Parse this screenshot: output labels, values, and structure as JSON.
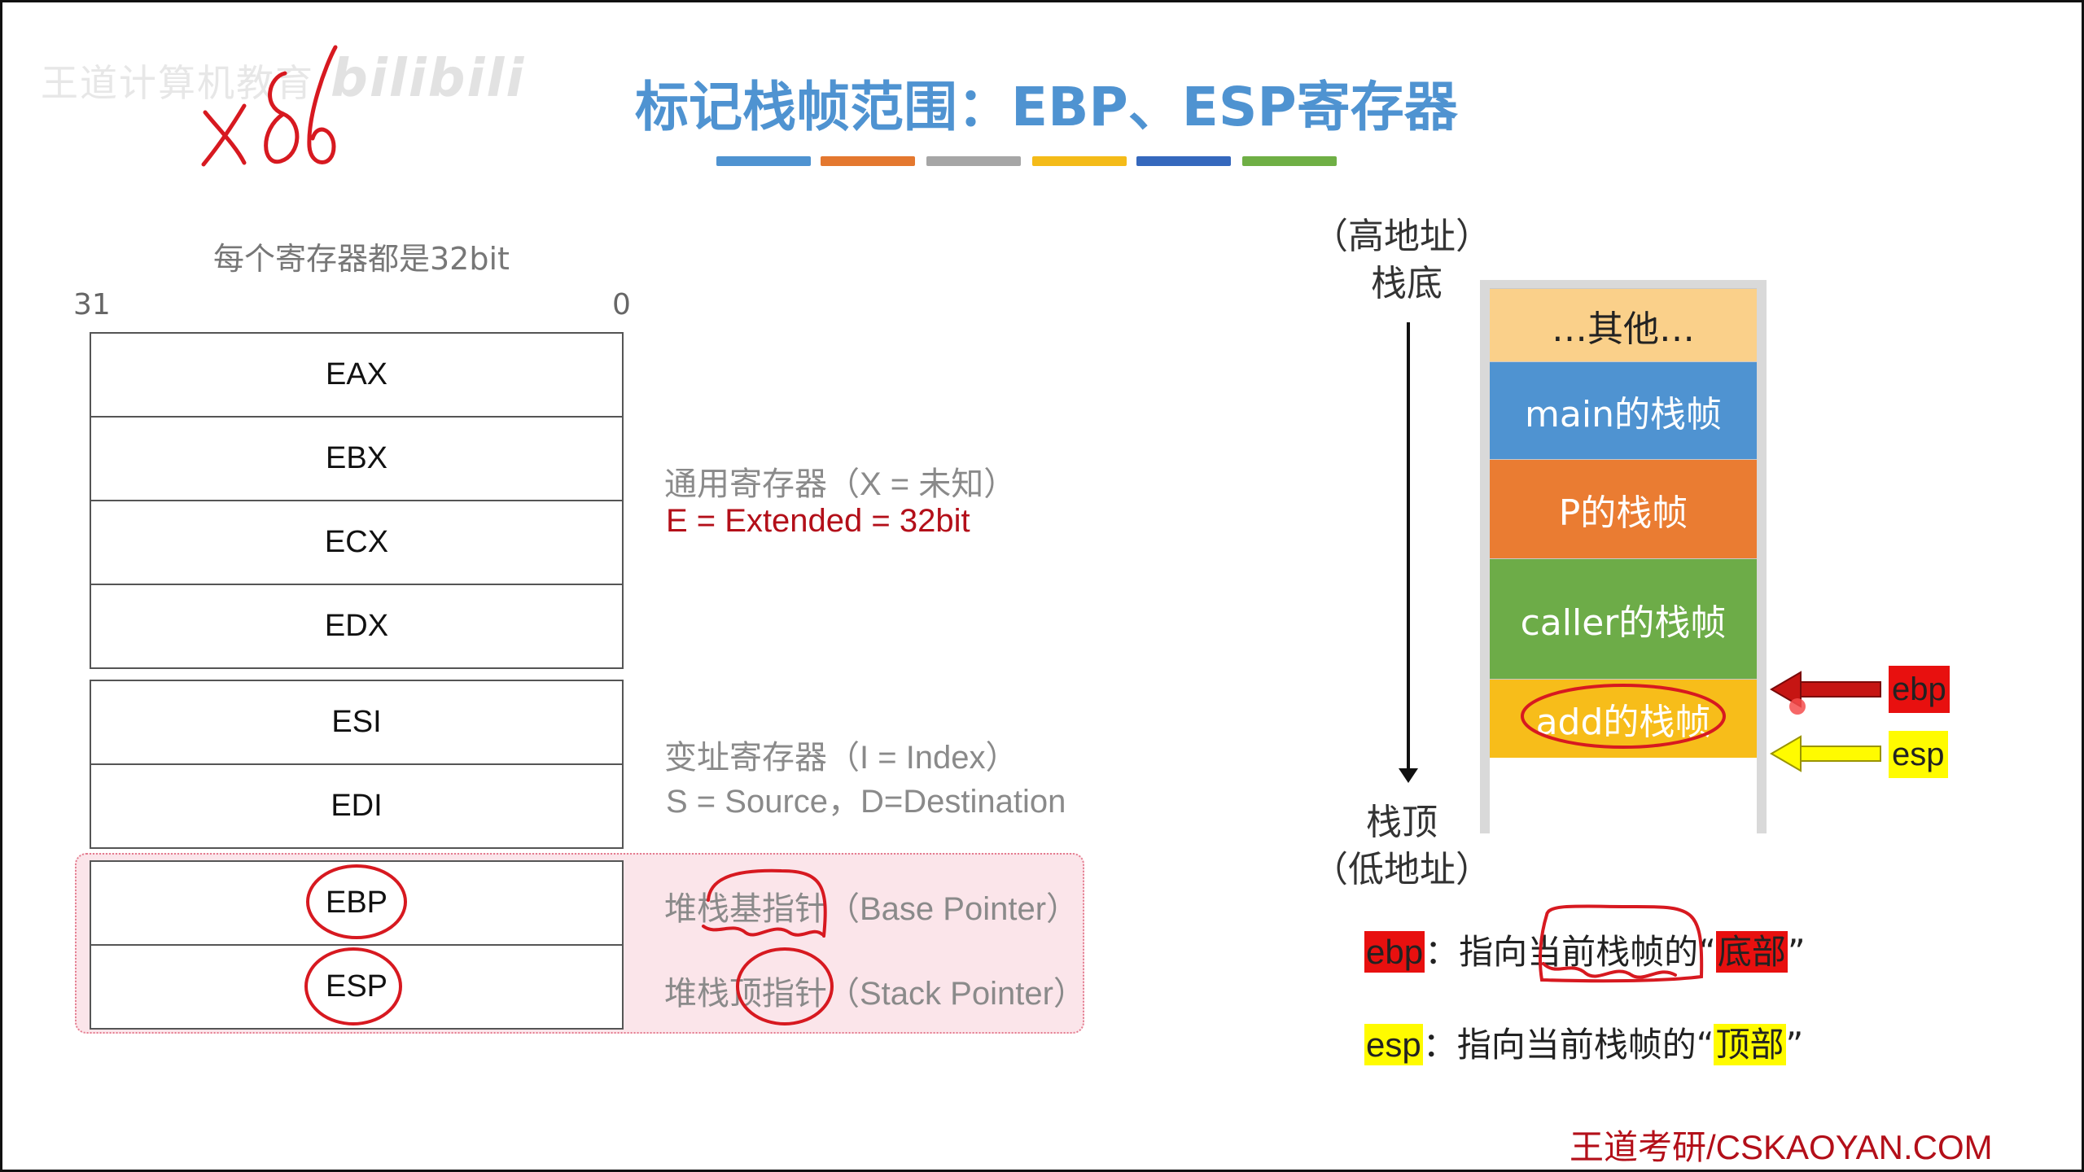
{
  "watermark": {
    "text": "王道计算机教育",
    "brand": "bilibili"
  },
  "handwriting": {
    "x86": "x86"
  },
  "title": "标记栈帧范围：EBP、ESP寄存器",
  "title_bar_colors": [
    "#4f93d1",
    "#e4782f",
    "#a6a6a6",
    "#f4bb19",
    "#3568bd",
    "#6faf45"
  ],
  "registers": {
    "caption": "每个寄存器都是32bit",
    "bit_high": "31",
    "bit_low": "0",
    "general": [
      "EAX",
      "EBX",
      "ECX",
      "EDX"
    ],
    "index": [
      "ESI",
      "EDI"
    ],
    "pointer": [
      "EBP",
      "ESP"
    ]
  },
  "descriptions": {
    "general_line1": "通用寄存器（X = 未知）",
    "general_line2": "E = Extended = 32bit",
    "index_line1": "变址寄存器（I = Index）",
    "index_line2": "S = Source，D=Destination",
    "ebp_desc": "堆栈基指针（Base Pointer）",
    "esp_desc": "堆栈顶指针（Stack Pointer）"
  },
  "stack": {
    "high_addr": "（高地址）",
    "bottom": "栈底",
    "top": "栈顶",
    "low_addr": "（低地址）",
    "frames": [
      {
        "label": "…其他…",
        "color": "#fad08a",
        "text_color": "#222222"
      },
      {
        "label": "main的栈帧",
        "color": "#4f93d1",
        "text_color": "#ffffff"
      },
      {
        "label": "P的栈帧",
        "color": "#ea7c32",
        "text_color": "#ffffff"
      },
      {
        "label": "caller的栈帧",
        "color": "#6dac48",
        "text_color": "#ffffff"
      },
      {
        "label": "add的栈帧",
        "color": "#f7bd1a",
        "text_color": "#ffffff"
      }
    ],
    "ebp_tag": "ebp",
    "esp_tag": "esp"
  },
  "legend": {
    "ebp_tag": "ebp",
    "ebp_text": "：指向当前栈帧的“",
    "ebp_word": "底部",
    "ebp_close": "”",
    "esp_tag": "esp",
    "esp_text": "：指向当前栈帧的“",
    "esp_word": "顶部",
    "esp_close": "”"
  },
  "footer": "王道考研/CSKAOYAN.COM"
}
